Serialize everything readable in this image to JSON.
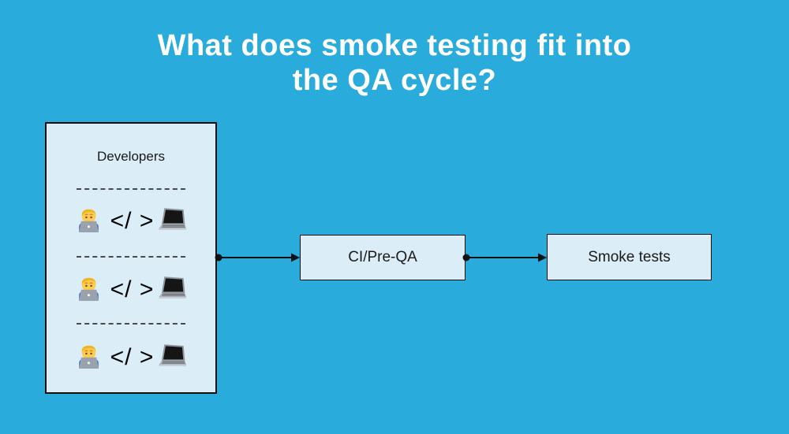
{
  "colors": {
    "background": "#29ABDB",
    "box_fill": "#DBEDF6",
    "box_border": "#0C0C0C",
    "title_text": "#FFFFFF",
    "label_text": "#1A1A1A",
    "arrow": "#111111",
    "divider": "#4A4A4A"
  },
  "title": {
    "line1": "What does smoke testing fit into",
    "line2": "the QA cycle?"
  },
  "diagram": {
    "developers_box": {
      "label": "Developers",
      "rows": [
        {
          "person_icon": "man-technologist",
          "code_text": "</ >",
          "laptop_icon": "laptop"
        },
        {
          "person_icon": "man-technologist",
          "code_text": "</ >",
          "laptop_icon": "laptop"
        },
        {
          "person_icon": "man-technologist",
          "code_text": "</ >",
          "laptop_icon": "laptop"
        }
      ]
    },
    "ci_box": {
      "label": "CI/Pre-QA"
    },
    "smoke_box": {
      "label": "Smoke tests"
    },
    "connections": [
      {
        "from": "developers_box",
        "to": "ci_box"
      },
      {
        "from": "ci_box",
        "to": "smoke_box"
      }
    ]
  }
}
